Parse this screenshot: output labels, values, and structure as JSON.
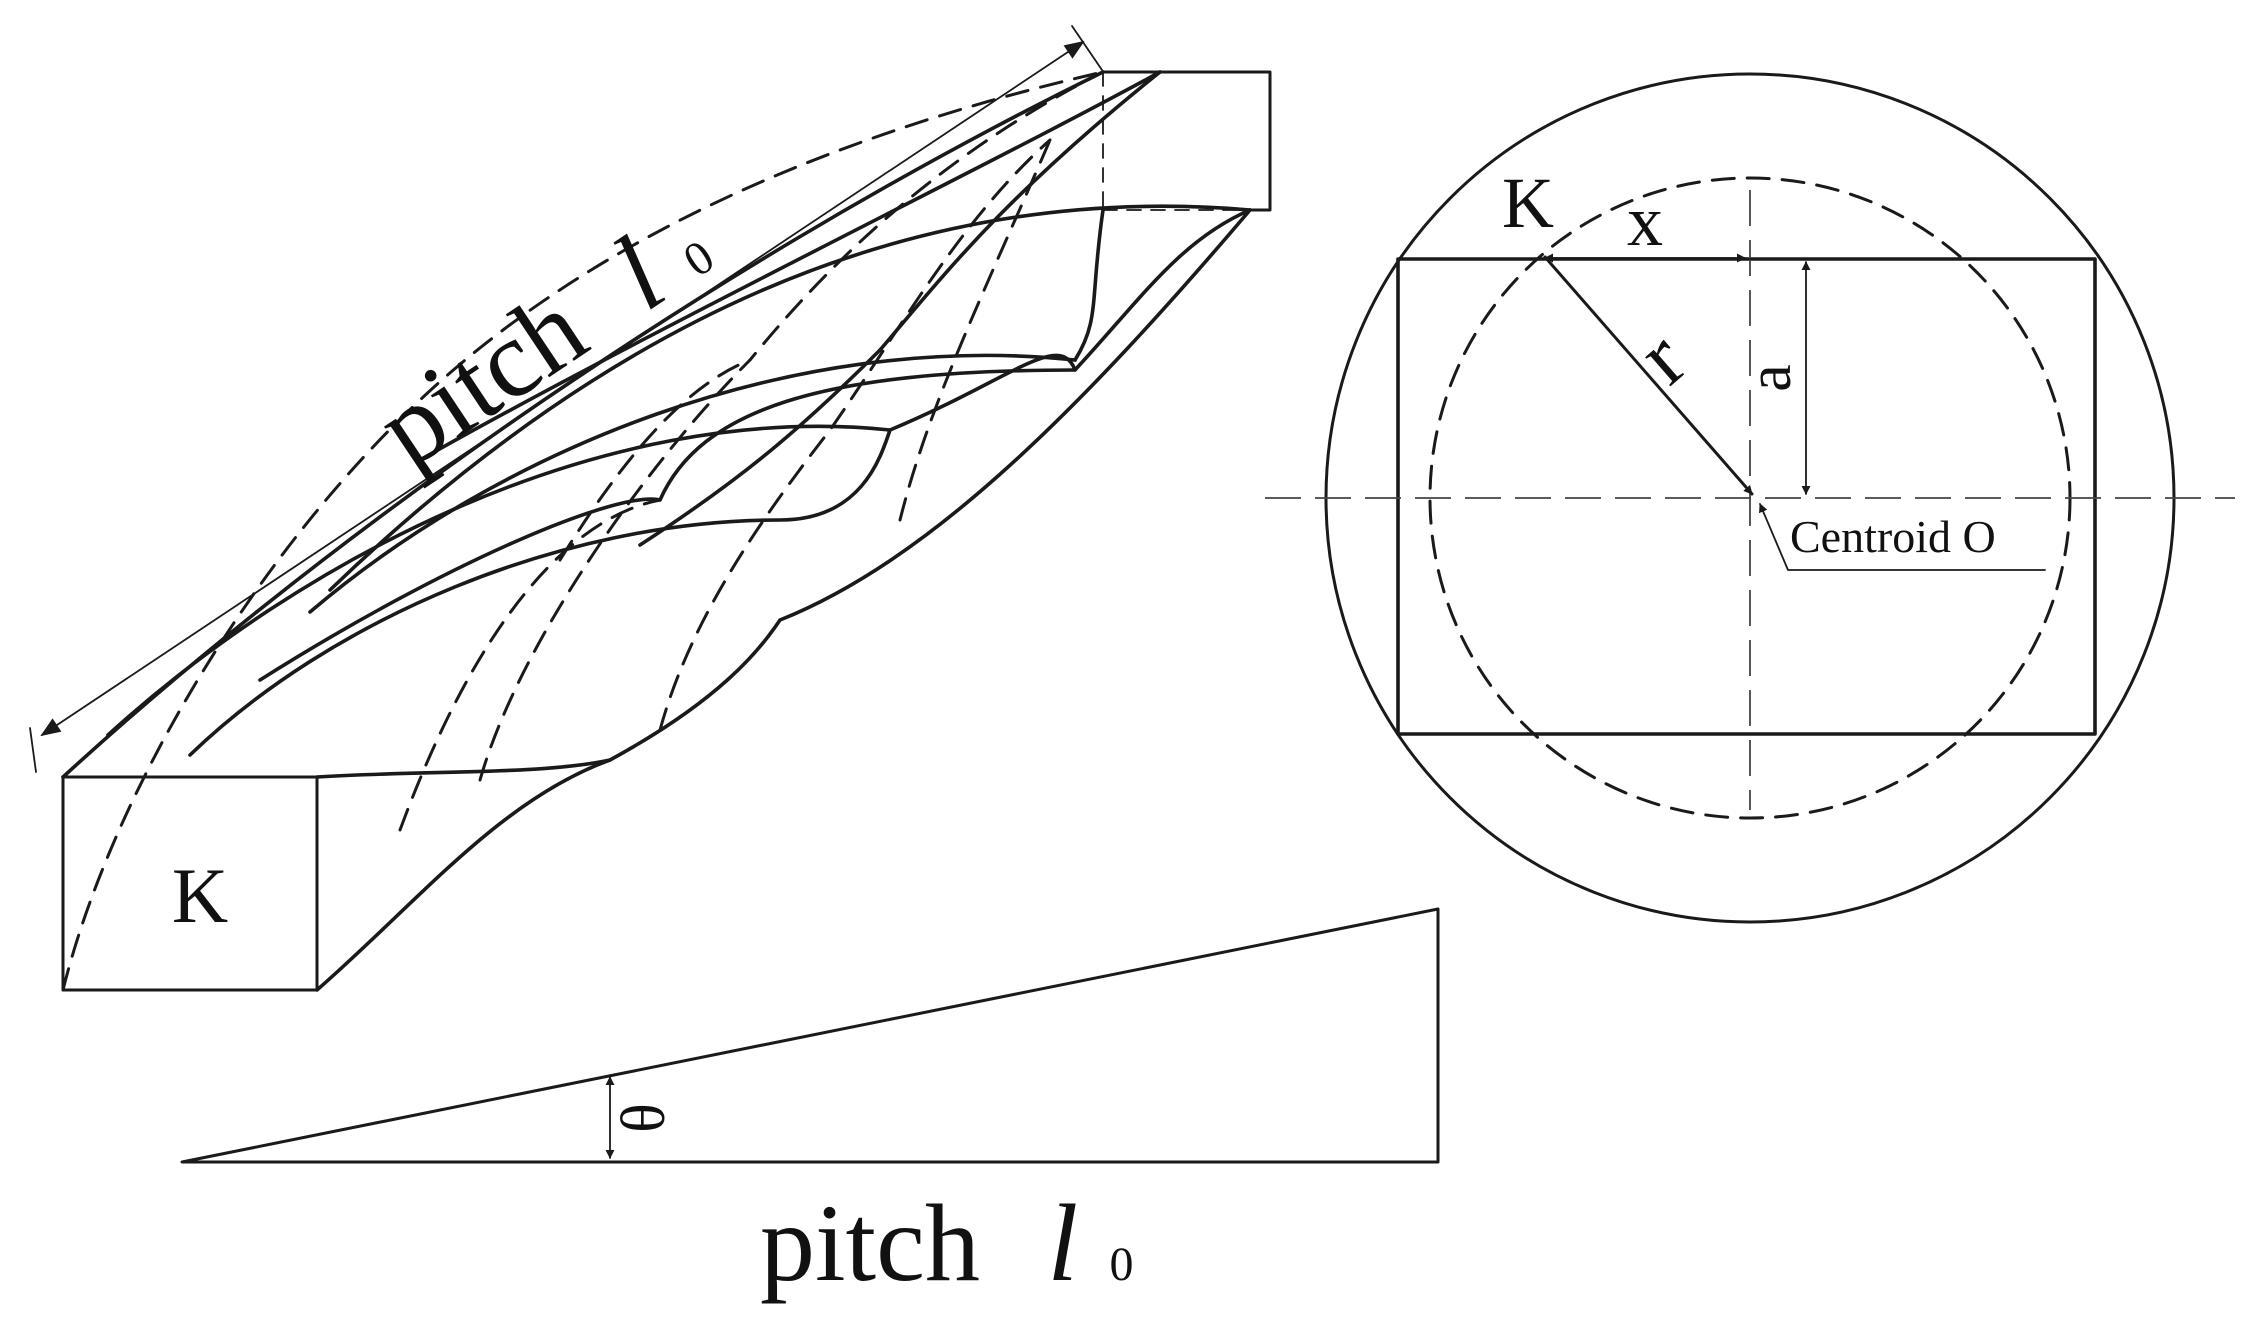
{
  "figure": {
    "twisted_bar": {
      "pitch_label": "pitch",
      "pitch_symbol": "l",
      "pitch_subscript": "0",
      "section_label": "K"
    },
    "cross_section": {
      "corner_label": "K",
      "x_label": "x",
      "r_label": "r",
      "a_label": "a",
      "centroid_label": "Centroid O"
    },
    "triangle": {
      "angle_label": "θ",
      "pitch_label": "pitch",
      "pitch_symbol": "l",
      "pitch_subscript": "0"
    }
  }
}
